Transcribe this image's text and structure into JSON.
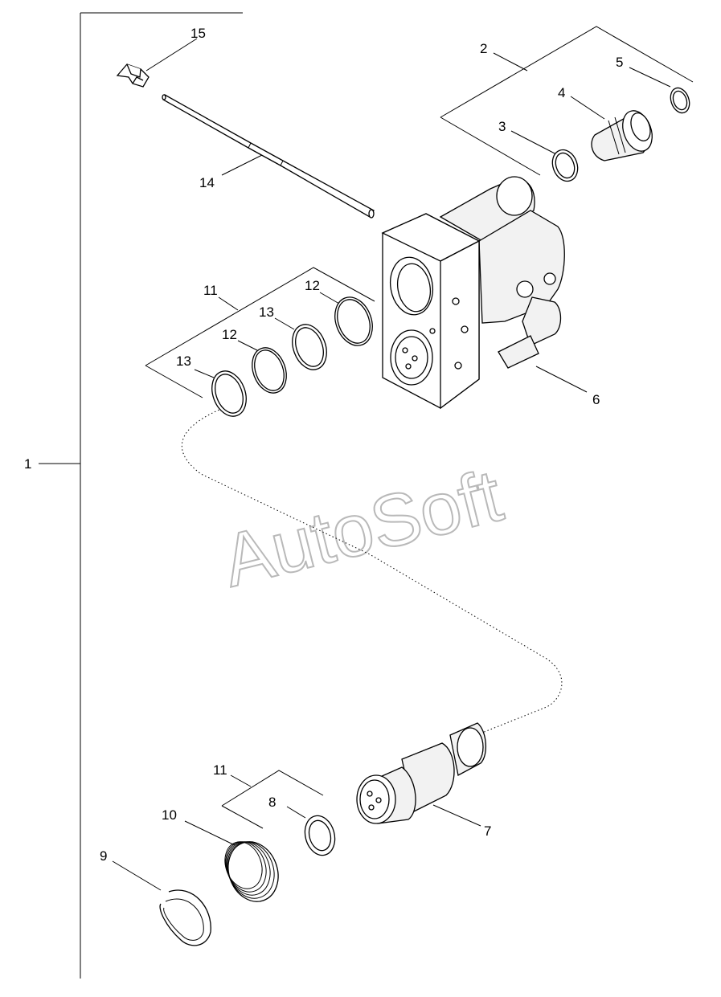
{
  "callouts": {
    "c1": "1",
    "c2": "2",
    "c3": "3",
    "c4": "4",
    "c5": "5",
    "c6": "6",
    "c7": "7",
    "c8": "8",
    "c9": "9",
    "c10": "10",
    "c11a": "11",
    "c11b": "11",
    "c12a": "12",
    "c12b": "12",
    "c13a": "13",
    "c13b": "13",
    "c14": "14",
    "c15": "15"
  },
  "watermark": "AutoSoft"
}
